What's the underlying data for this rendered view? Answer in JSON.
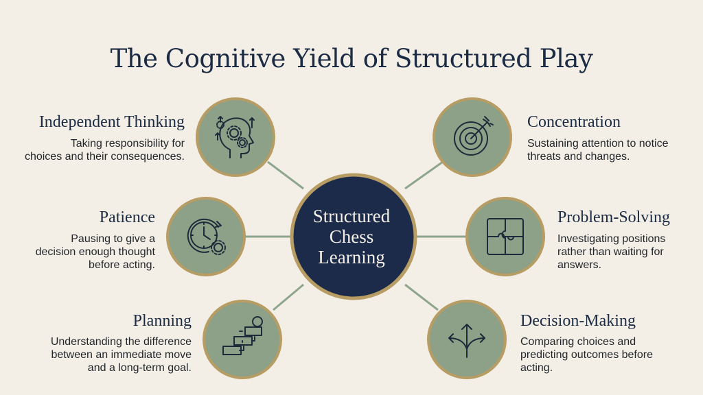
{
  "title": "The Cognitive Yield of Structured Play",
  "center": {
    "lines": [
      "Structured",
      "Chess",
      "Learning"
    ]
  },
  "nodes": [
    {
      "id": "independent-thinking",
      "title": "Independent Thinking",
      "description": [
        "Taking responsibility for",
        "choices and their consequences."
      ],
      "icon": "head-gears-icon"
    },
    {
      "id": "patience",
      "title": "Patience",
      "description": [
        "Pausing to give a",
        "decision enough thought",
        "before acting."
      ],
      "icon": "clock-gear-icon"
    },
    {
      "id": "planning",
      "title": "Planning",
      "description": [
        "Understanding the difference",
        "between an immediate move",
        "and a long-term goal."
      ],
      "icon": "stairs-goal-icon"
    },
    {
      "id": "concentration",
      "title": "Concentration",
      "description": [
        "Sustaining attention to notice",
        "threats and changes."
      ],
      "icon": "target-arrow-icon"
    },
    {
      "id": "problem-solving",
      "title": "Problem-Solving",
      "description": [
        "Investigating positions",
        "rather than waiting for",
        "answers."
      ],
      "icon": "puzzle-icon"
    },
    {
      "id": "decision-making",
      "title": "Decision-Making",
      "description": [
        "Comparing choices and",
        "predicting outcomes before",
        "acting."
      ],
      "icon": "branching-arrows-icon"
    }
  ],
  "colors": {
    "background": "#f3efe6",
    "center_fill": "#1c2b4a",
    "node_fill": "#8da188",
    "ring": "#b79c63",
    "connector": "#8ea58d",
    "title_text": "#1c2b44",
    "icon_stroke": "#1e2a3a"
  }
}
